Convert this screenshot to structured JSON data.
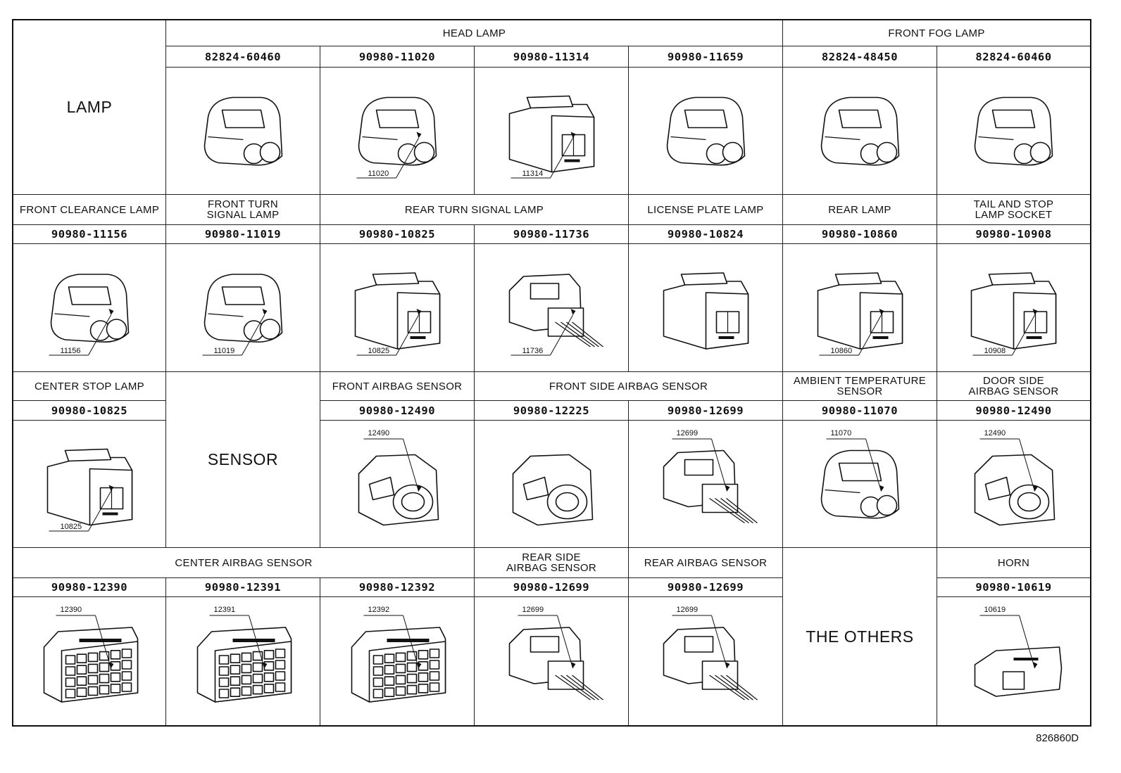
{
  "figure_id": "826860D",
  "groups": {
    "lamp": "LAMP",
    "head_lamp": "HEAD LAMP",
    "front_fog_lamp": "FRONT FOG LAMP",
    "front_clearance_lamp": "FRONT CLEARANCE LAMP",
    "front_turn_signal_lamp": "FRONT TURN\nSIGNAL LAMP",
    "rear_turn_signal_lamp": "REAR TURN SIGNAL LAMP",
    "license_plate_lamp": "LICENSE PLATE LAMP",
    "rear_lamp": "REAR LAMP",
    "tail_stop_lamp_socket": "TAIL AND STOP\nLAMP SOCKET",
    "center_stop_lamp": "CENTER STOP LAMP",
    "sensor": "SENSOR",
    "front_airbag_sensor": "FRONT AIRBAG SENSOR",
    "front_side_airbag_sensor": "FRONT SIDE AIRBAG SENSOR",
    "ambient_temperature_sensor": "AMBIENT TEMPERATURE\nSENSOR",
    "door_side_airbag_sensor": "DOOR SIDE\nAIRBAG SENSOR",
    "center_airbag_sensor": "CENTER AIRBAG SENSOR",
    "rear_side_airbag_sensor": "REAR SIDE\nAIRBAG SENSOR",
    "rear_airbag_sensor": "REAR AIRBAG SENSOR",
    "the_others": "THE OTHERS",
    "horn": "HORN"
  },
  "parts": {
    "r1": [
      "82824-60460",
      "90980-11020",
      "90980-11314",
      "90980-11659",
      "82824-48450",
      "82824-60460"
    ],
    "r2": [
      "90980-11156",
      "90980-11019",
      "90980-10825",
      "90980-11736",
      "90980-10824",
      "90980-10860",
      "90980-10908"
    ],
    "r3": [
      "90980-10825",
      "90980-12490",
      "90980-12225",
      "90980-12699",
      "90980-11070",
      "90980-12490"
    ],
    "r4": [
      "90980-12390",
      "90980-12391",
      "90980-12392",
      "90980-12699",
      "90980-12699",
      "90980-10619"
    ]
  },
  "callouts": {
    "r1": [
      "",
      "11020",
      "11314",
      "",
      "",
      ""
    ],
    "r2": [
      "11156",
      "11019",
      "10825",
      "11736",
      "",
      "10860",
      "10908"
    ],
    "r3": [
      "10825",
      "12490",
      "",
      "12699",
      "11070",
      "12490"
    ],
    "r4": [
      "12390",
      "12391",
      "12392",
      "12699",
      "12699",
      "10619"
    ]
  }
}
